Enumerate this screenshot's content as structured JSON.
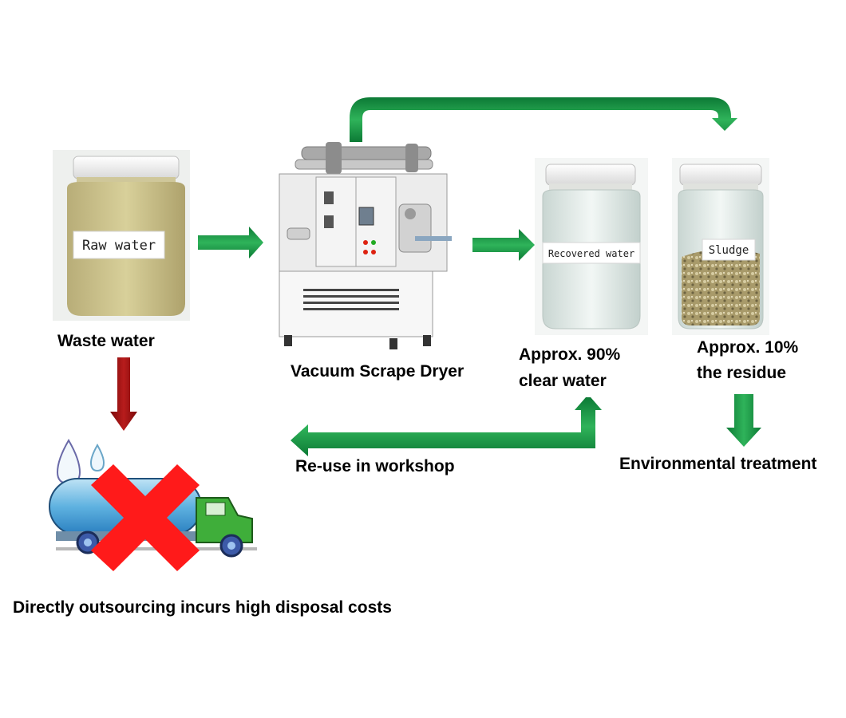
{
  "nodes": {
    "waste_water": {
      "jar_label": "Raw water",
      "caption": "Waste water"
    },
    "dryer": {
      "caption": "Vacuum Scrape Dryer"
    },
    "recovered": {
      "jar_label": "Recovered water",
      "caption_line1": "Approx. 90%",
      "caption_line2": "clear water"
    },
    "sludge": {
      "jar_label": "Sludge",
      "caption_line1": "Approx. 10%",
      "caption_line2": "the residue"
    }
  },
  "outcomes": {
    "reuse": "Re-use in workshop",
    "environmental": "Environmental treatment",
    "outsourcing": "Directly outsourcing incurs high disposal costs"
  },
  "colors": {
    "flow_arrow": "#2e9a45",
    "reject_arrow": "#9b1010",
    "cross": "#ff1a1a",
    "truck": "#3fae3a"
  }
}
